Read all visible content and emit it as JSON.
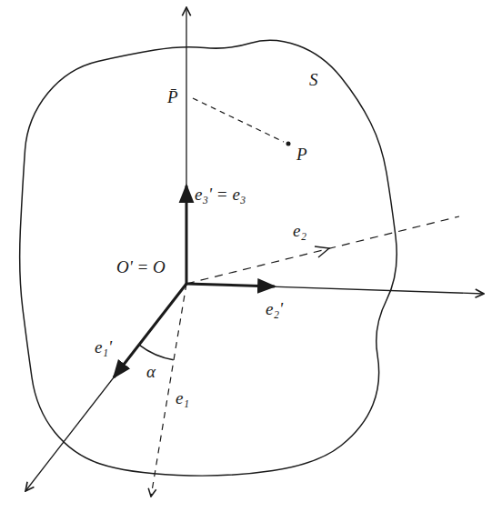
{
  "diagram": {
    "labels": [
      "S",
      "P̄",
      "P",
      "e₃' = e₃",
      "e₂",
      "O' = O",
      "e₂'",
      "e₁'",
      "α",
      "e₁"
    ]
  }
}
